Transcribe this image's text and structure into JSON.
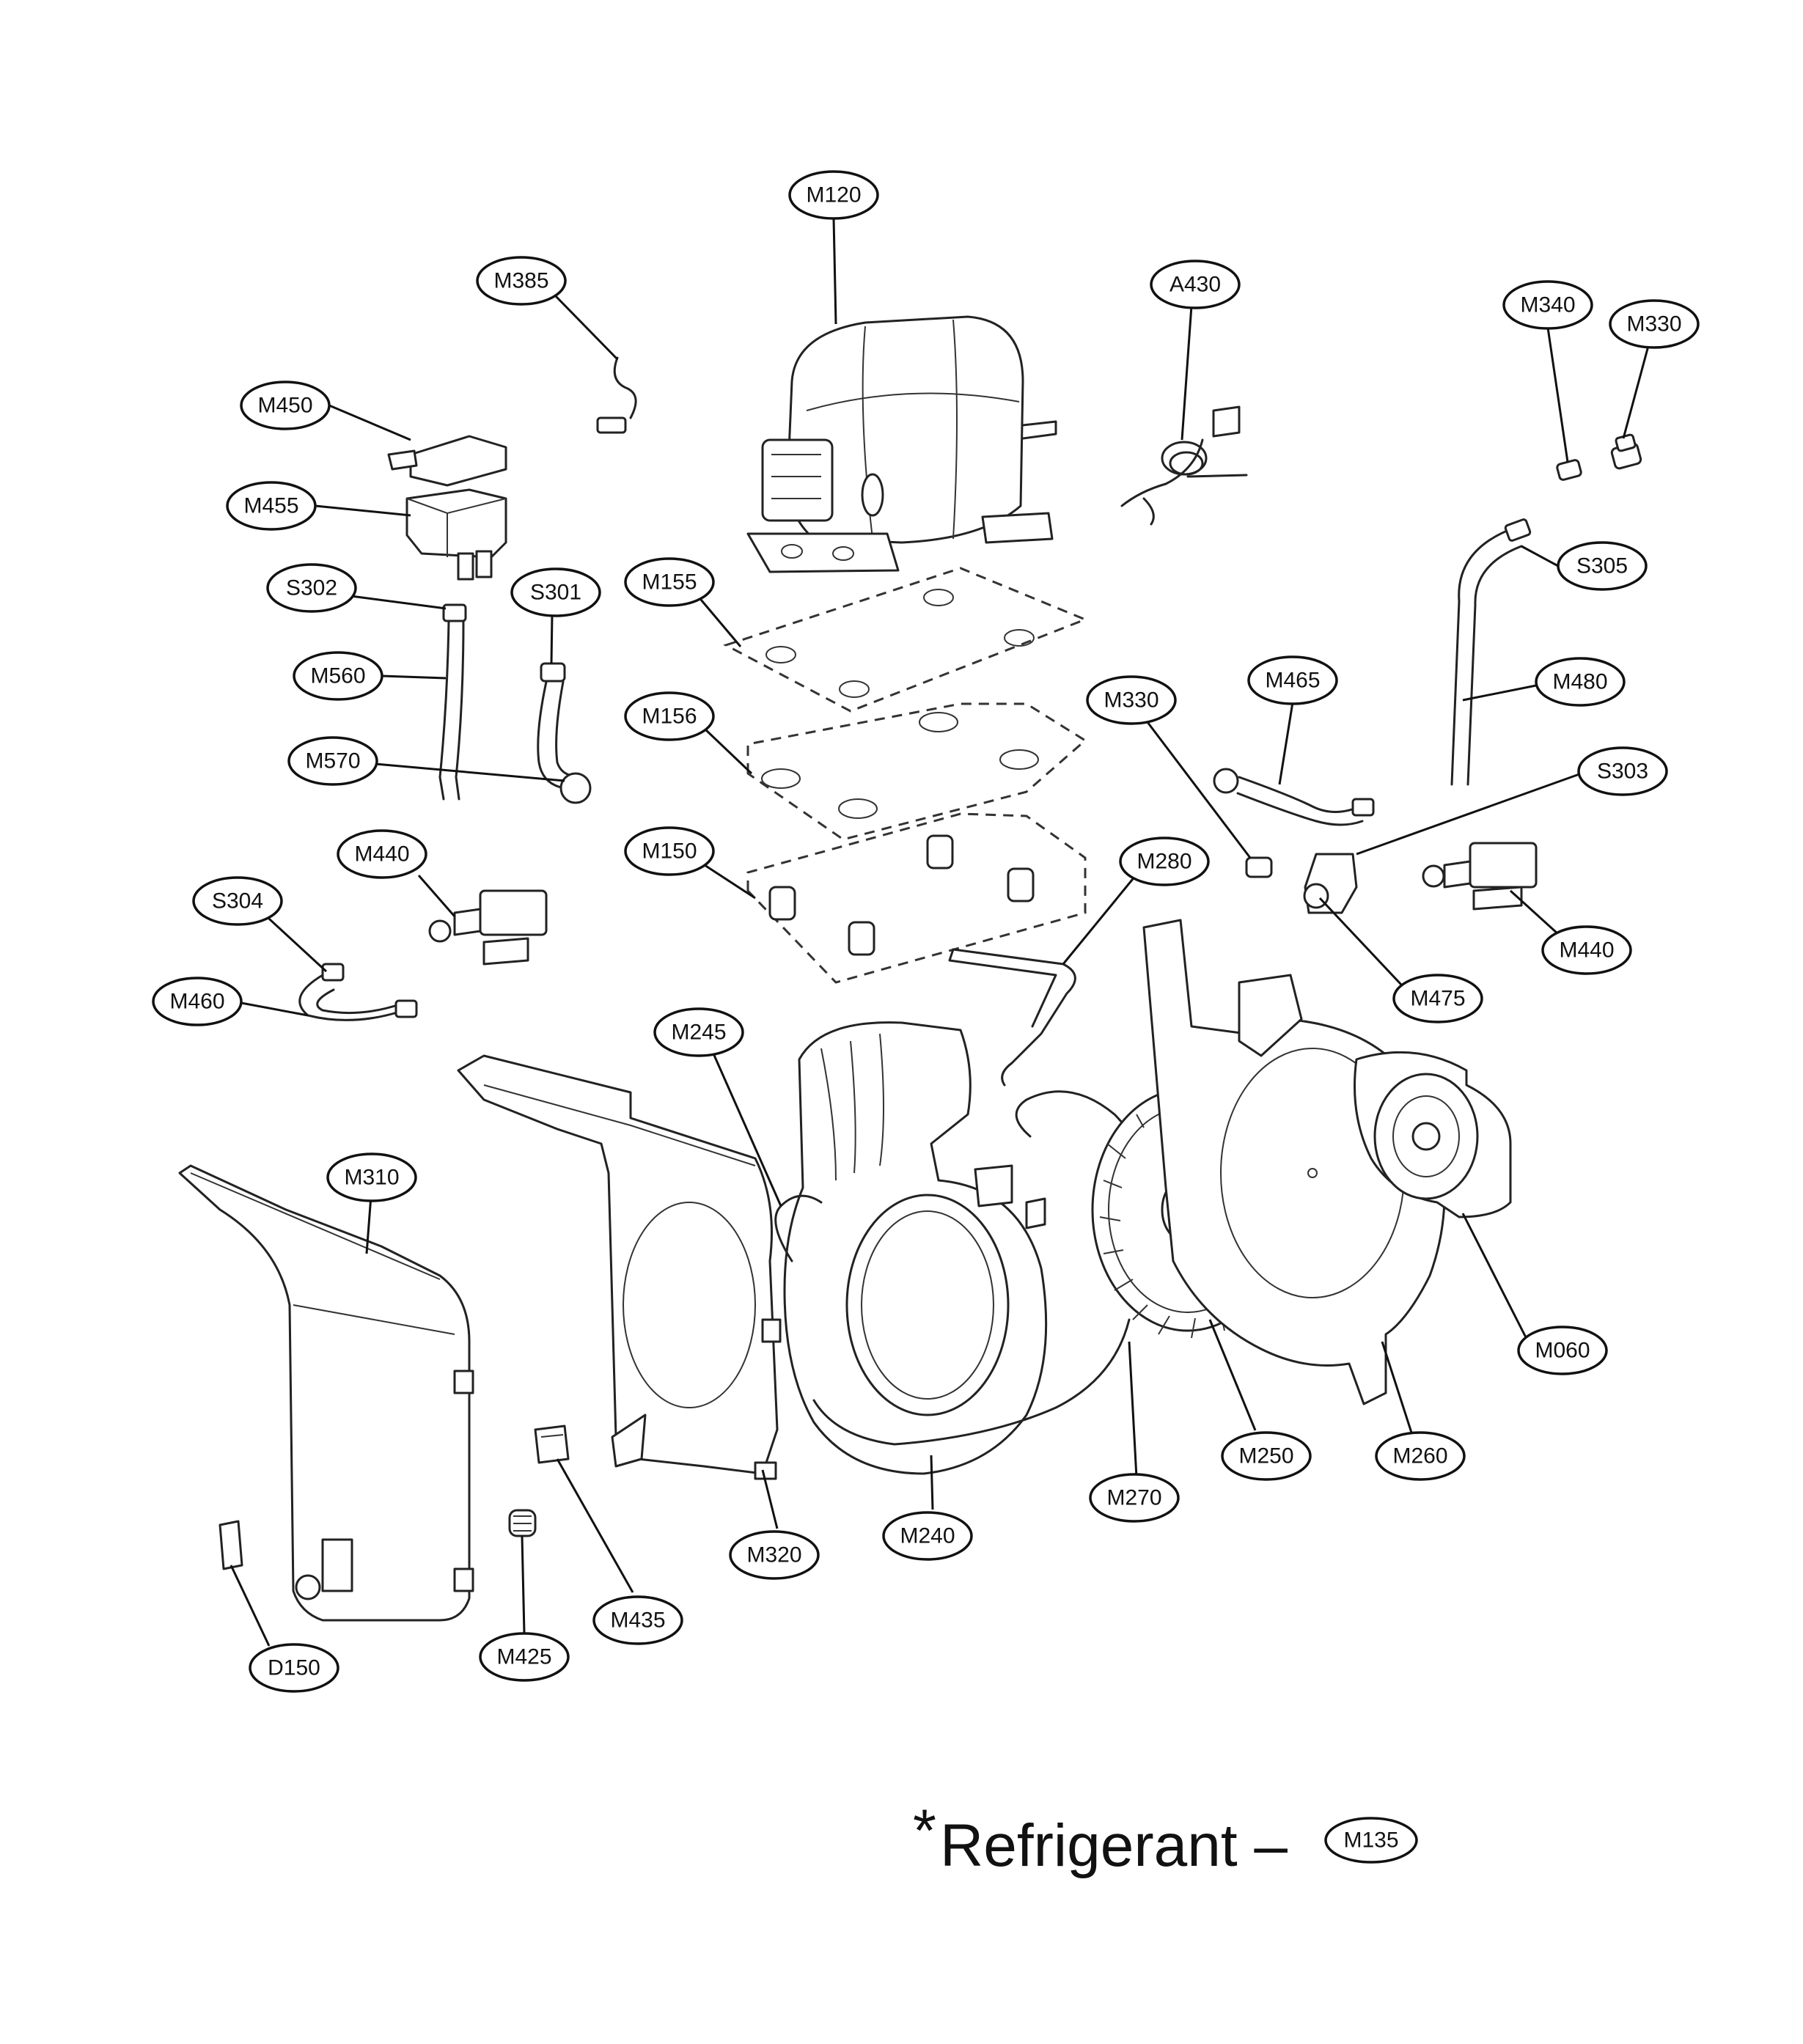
{
  "callouts": {
    "m120": "M120",
    "m385": "M385",
    "a430": "A430",
    "m340": "M340",
    "m330_top": "M330",
    "m450": "M450",
    "m455": "M455",
    "s302": "S302",
    "s301": "S301",
    "m560": "M560",
    "m570": "M570",
    "m155": "M155",
    "m156": "M156",
    "m150": "M150",
    "s305": "S305",
    "m465": "M465",
    "m480": "M480",
    "m330_mid": "M330",
    "s303": "S303",
    "m440_left": "M440",
    "m440_right": "M440",
    "m280": "M280",
    "s304": "S304",
    "m460": "M460",
    "m475": "M475",
    "m245": "M245",
    "m310": "M310",
    "m060": "M060",
    "m250": "M250",
    "m260": "M260",
    "m270": "M270",
    "m240": "M240",
    "m320": "M320",
    "m435": "M435",
    "m425": "M425",
    "d150": "D150"
  },
  "legend": {
    "asterisk": "*",
    "text": "Refrigerant –",
    "part": "M135"
  }
}
